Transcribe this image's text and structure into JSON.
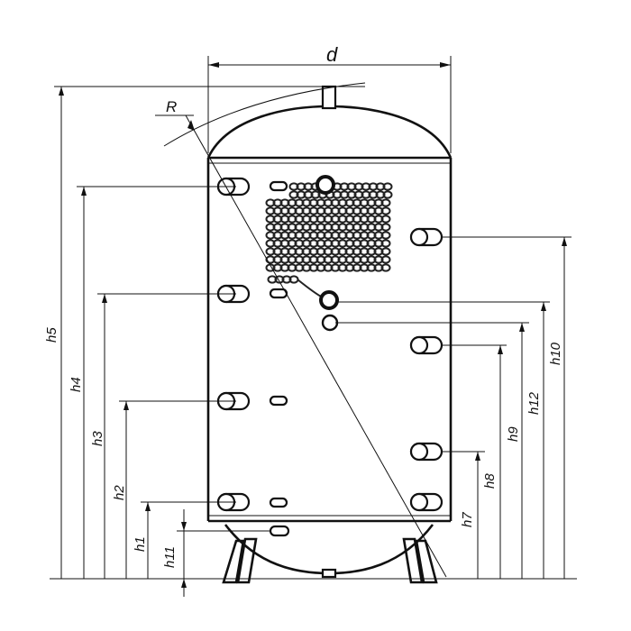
{
  "diagram": {
    "labels": {
      "d": "d",
      "R": "R",
      "h1": "h1",
      "h2": "h2",
      "h3": "h3",
      "h4": "h4",
      "h5": "h5",
      "h7": "h7",
      "h8": "h8",
      "h9": "h9",
      "h10": "h10",
      "h11": "h11",
      "h12": "h12"
    },
    "colors": {
      "line": "#111111",
      "background": "#ffffff"
    }
  }
}
